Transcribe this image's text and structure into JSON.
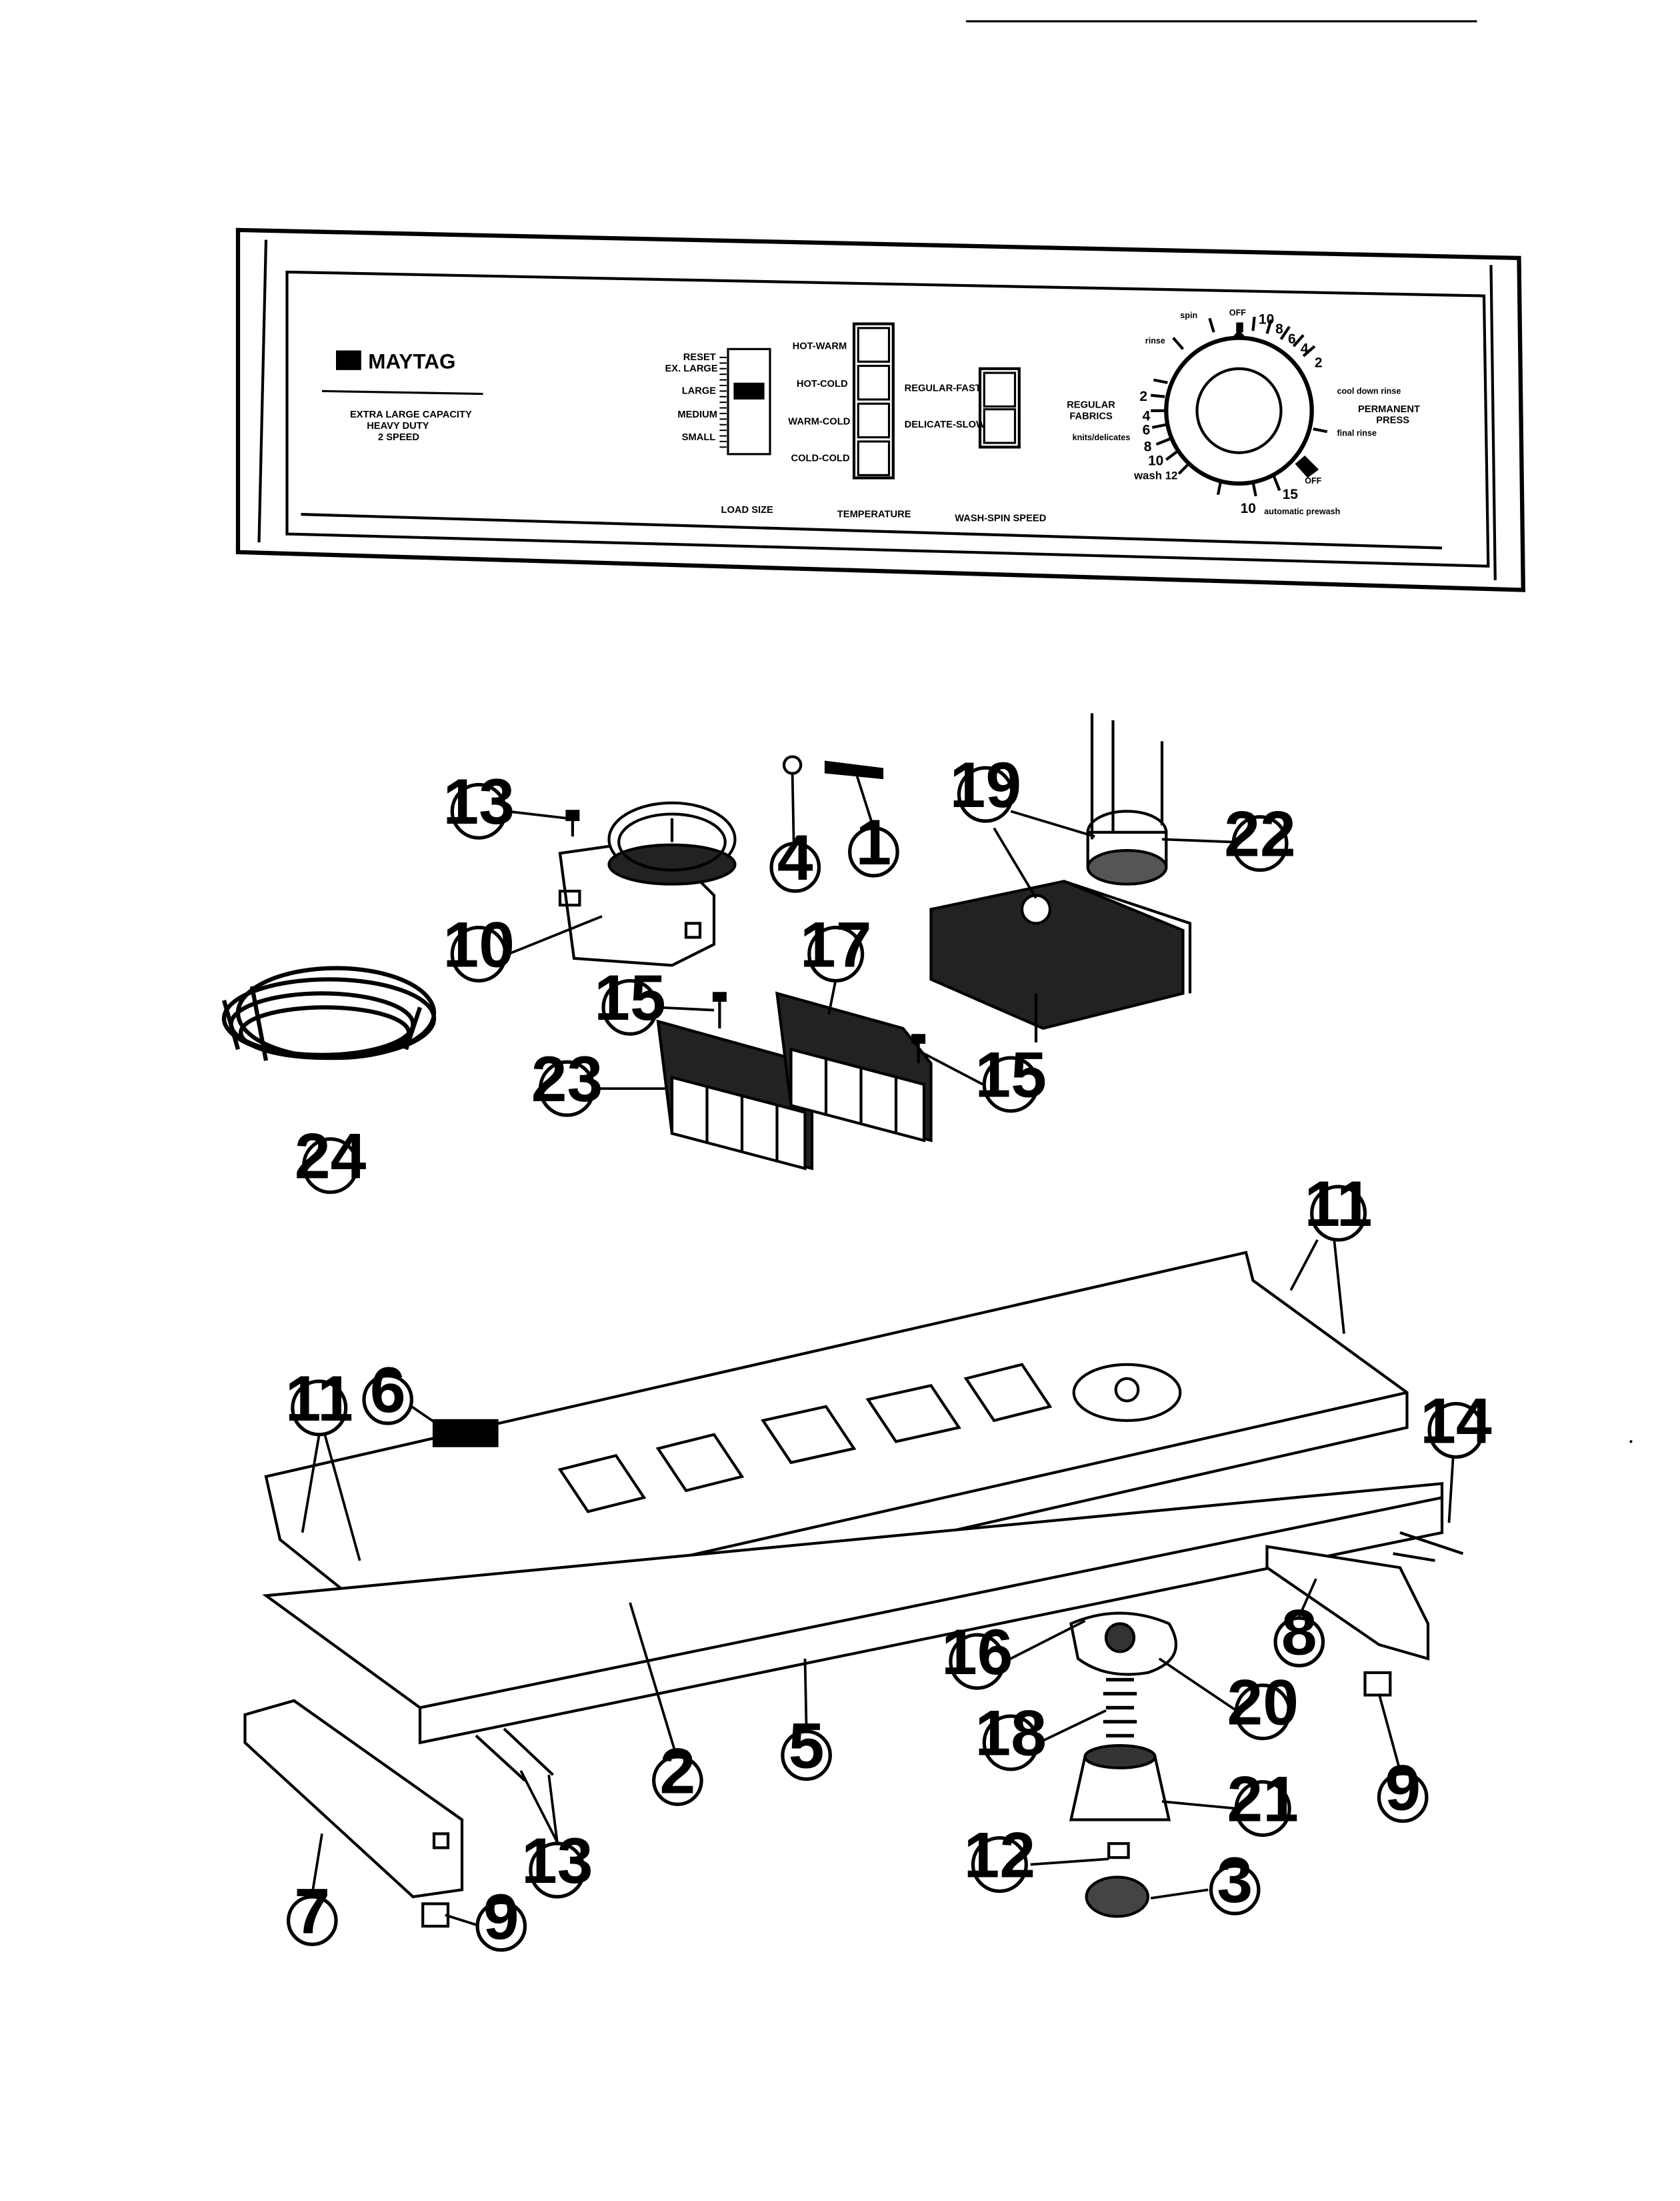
{
  "panel": {
    "brand": "MAYTAG",
    "model_lines": [
      "EXTRA LARGE CAPACITY",
      "HEAVY DUTY",
      "2 SPEED"
    ],
    "load_size": {
      "caption": "LOAD SIZE",
      "options": [
        "RESET",
        "EX. LARGE",
        "LARGE",
        "MEDIUM",
        "SMALL"
      ]
    },
    "temperature": {
      "caption": "TEMPERATURE",
      "options": [
        "HOT-WARM",
        "HOT-COLD",
        "WARM-COLD",
        "COLD-COLD"
      ]
    },
    "speed": {
      "caption": "WASH-SPIN SPEED",
      "options": [
        "REGULAR-FAST",
        "DELICATE-SLOW"
      ]
    },
    "dial": {
      "top_labels": [
        "rinse",
        "spin",
        "OFF"
      ],
      "top_numbers": [
        "10",
        "8",
        "6",
        "4",
        "2"
      ],
      "left_section": [
        "REGULAR",
        "FABRICS"
      ],
      "left_numbers": [
        "2",
        "4",
        "6",
        "8",
        "10"
      ],
      "knits": "knits/delicates",
      "wash": "wash 12",
      "bottom_numbers": [
        "10",
        "15"
      ],
      "automatic_prewash": "automatic prewash",
      "right_labels": [
        "cool down rinse",
        "PERMANENT",
        "PRESS",
        "final rinse"
      ],
      "off_bottom": "OFF"
    }
  },
  "callouts": [
    {
      "id": "c1",
      "label": "1"
    },
    {
      "id": "c2",
      "label": "2"
    },
    {
      "id": "c3",
      "label": "3"
    },
    {
      "id": "c4",
      "label": "4"
    },
    {
      "id": "c5",
      "label": "5"
    },
    {
      "id": "c6",
      "label": "6"
    },
    {
      "id": "c7",
      "label": "7"
    },
    {
      "id": "c8",
      "label": "8"
    },
    {
      "id": "c9a",
      "label": "9"
    },
    {
      "id": "c9b",
      "label": "9"
    },
    {
      "id": "c10",
      "label": "10"
    },
    {
      "id": "c11a",
      "label": "11"
    },
    {
      "id": "c11b",
      "label": "11"
    },
    {
      "id": "c12",
      "label": "12"
    },
    {
      "id": "c13a",
      "label": "13"
    },
    {
      "id": "c13b",
      "label": "13"
    },
    {
      "id": "c14",
      "label": "14"
    },
    {
      "id": "c15a",
      "label": "15"
    },
    {
      "id": "c15b",
      "label": "15"
    },
    {
      "id": "c16",
      "label": "16"
    },
    {
      "id": "c17",
      "label": "17"
    },
    {
      "id": "c18",
      "label": "18"
    },
    {
      "id": "c19",
      "label": "19"
    },
    {
      "id": "c20",
      "label": "20"
    },
    {
      "id": "c21",
      "label": "21"
    },
    {
      "id": "c22",
      "label": "22"
    },
    {
      "id": "c23",
      "label": "23"
    },
    {
      "id": "c24",
      "label": "24"
    }
  ]
}
